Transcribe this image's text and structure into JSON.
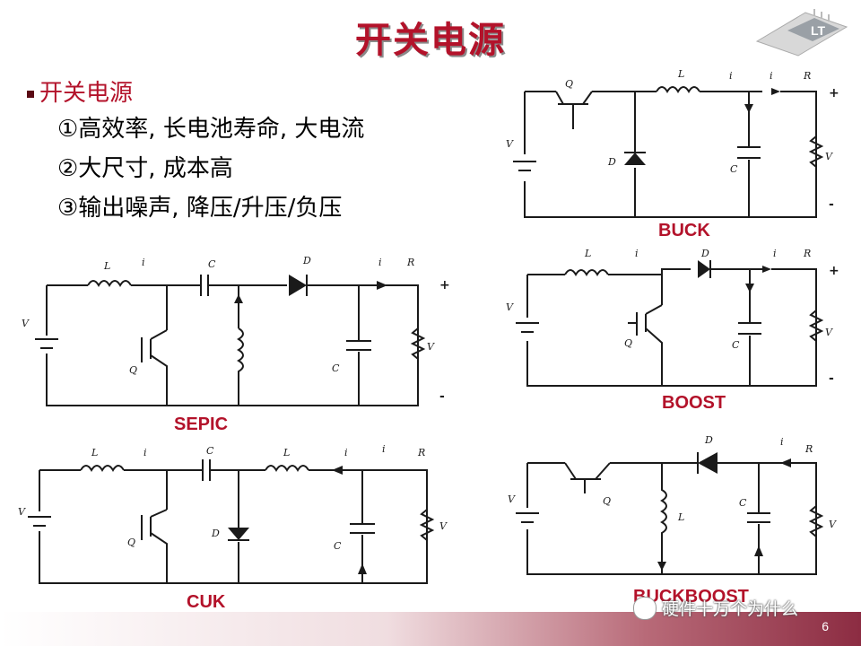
{
  "slide": {
    "title": "开关电源",
    "page_number": "6"
  },
  "bullets": {
    "heading": "开关电源",
    "items": [
      "①高效率, 长电池寿命, 大电流",
      "②大尺寸, 成本高",
      "③输出噪声, 降压/升压/负压"
    ]
  },
  "circuits": {
    "buck": {
      "name": "BUCK"
    },
    "boost": {
      "name": "BOOST"
    },
    "sepic": {
      "name": "SEPIC"
    },
    "cuk": {
      "name": "CUK"
    },
    "buckboost": {
      "name": "BUCKBOOST"
    }
  },
  "labels": {
    "vin": "V",
    "q": "Q",
    "d": "D",
    "l": "L",
    "c": "C",
    "io": "i",
    "rld": "R",
    "vo": "V"
  },
  "watermark": "硬件十万个为什么",
  "colors": {
    "accent": "#b3122a",
    "footer": "#8c2c42"
  },
  "icons": {
    "logo": "lt-logo-icon",
    "wechat": "wechat-icon"
  }
}
